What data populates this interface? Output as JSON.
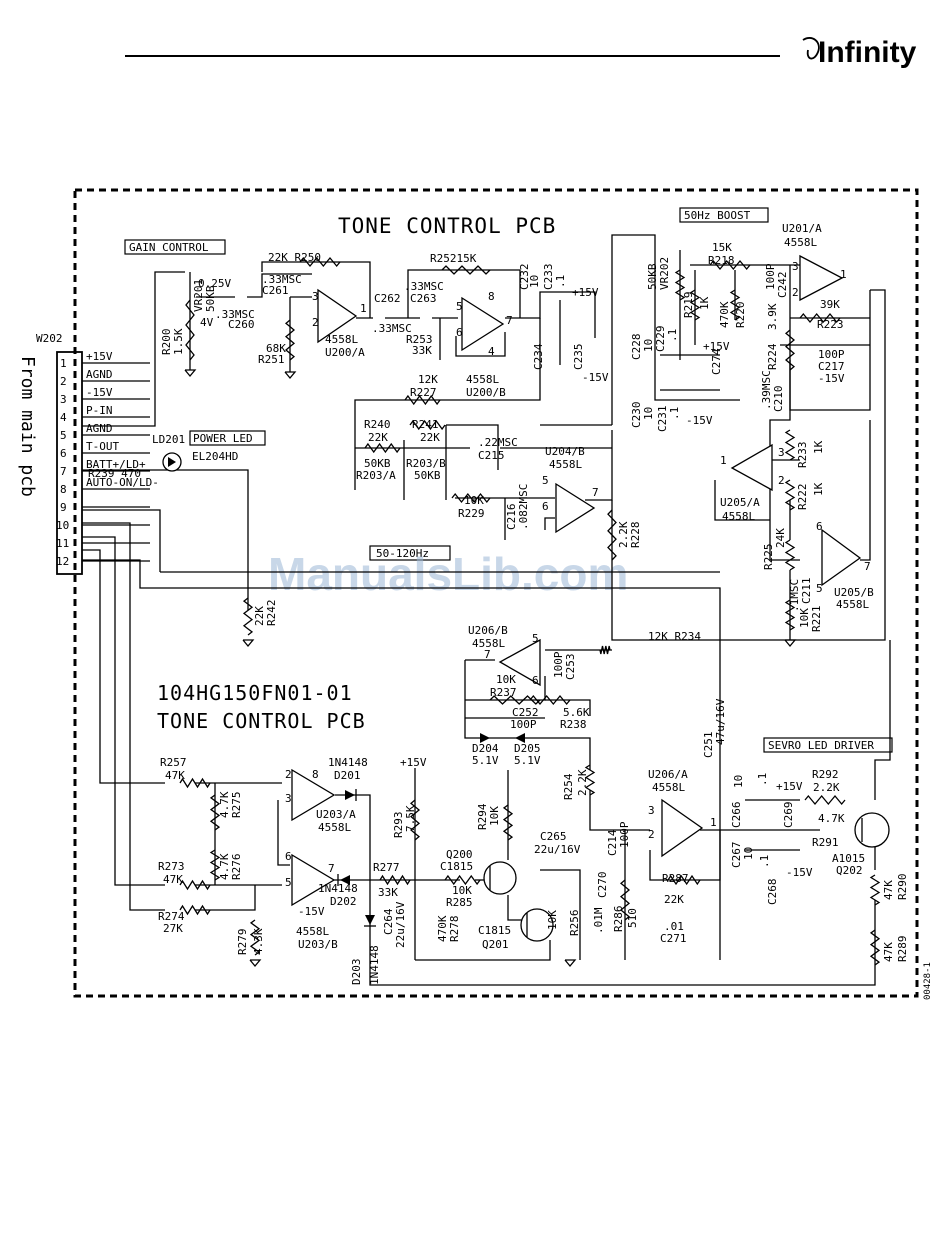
{
  "header": {
    "brand": "Infinity"
  },
  "diagram": {
    "title": "TONE CONTROL PCB",
    "board_id": "104HG150FN01-01",
    "board_name": "TONE CONTROL PCB",
    "figure_code": "00428-1",
    "side_label": "From main pcb",
    "connector": "W202",
    "watermark": "ManualsLib.com"
  },
  "sections": {
    "gain_control": "GAIN CONTROL",
    "power_led": "POWER LED",
    "boost": "50Hz BOOST",
    "band": "50-120Hz",
    "servo": "SEVRO LED DRIVER"
  },
  "connector_pins": [
    {
      "num": "1",
      "label": "+15V"
    },
    {
      "num": "2",
      "label": "AGND"
    },
    {
      "num": "3",
      "label": "-15V"
    },
    {
      "num": "4",
      "label": "P-IN"
    },
    {
      "num": "5",
      "label": "AGND"
    },
    {
      "num": "6",
      "label": "T-OUT"
    },
    {
      "num": "7",
      "label": "BATT+/LD+"
    },
    {
      "num": "8",
      "label": "AUTO-ON/LD-"
    },
    {
      "num": "9",
      "label": ""
    },
    {
      "num": "10",
      "label": ""
    },
    {
      "num": "11",
      "label": ""
    },
    {
      "num": "12",
      "label": ""
    }
  ],
  "components": [
    {
      "id": "vr201",
      "text": "VR201"
    },
    {
      "id": "vr201_val",
      "text": "50KB"
    },
    {
      "id": "v025",
      "text": "0.25V"
    },
    {
      "id": "v4",
      "text": "4V"
    },
    {
      "id": "r200",
      "text": "R200"
    },
    {
      "id": "r200_val",
      "text": "1.5K"
    },
    {
      "id": "c260_val",
      "text": ".33MSC"
    },
    {
      "id": "c260",
      "text": "C260"
    },
    {
      "id": "c261_val",
      "text": ".33MSC"
    },
    {
      "id": "c261",
      "text": "C261"
    },
    {
      "id": "r250",
      "text": "22K R250"
    },
    {
      "id": "r251_val",
      "text": "68K"
    },
    {
      "id": "r251",
      "text": "R251"
    },
    {
      "id": "u200a_type",
      "text": "4558L"
    },
    {
      "id": "u200a",
      "text": "U200/A"
    },
    {
      "id": "c262",
      "text": "C262"
    },
    {
      "id": "c262_val",
      "text": ".33MSC"
    },
    {
      "id": "c263_val",
      "text": ".33MSC"
    },
    {
      "id": "c263",
      "text": "C263"
    },
    {
      "id": "r252",
      "text": "R25215K"
    },
    {
      "id": "r253",
      "text": "R253"
    },
    {
      "id": "r253_val",
      "text": "33K"
    },
    {
      "id": "u200b_type",
      "text": "4558L"
    },
    {
      "id": "u200b",
      "text": "U200/B"
    },
    {
      "id": "c232",
      "text": "C232"
    },
    {
      "id": "c232_val",
      "text": "10"
    },
    {
      "id": "c233",
      "text": "C233"
    },
    {
      "id": "c233_val",
      "text": ".1"
    },
    {
      "id": "c234",
      "text": "C234"
    },
    {
      "id": "c235",
      "text": "C235"
    },
    {
      "id": "p15v_a",
      "text": "+15V"
    },
    {
      "id": "m15v_a",
      "text": "-15V"
    },
    {
      "id": "r227_val",
      "text": "12K"
    },
    {
      "id": "r227",
      "text": "R227"
    },
    {
      "id": "r240",
      "text": "R240"
    },
    {
      "id": "r240_val",
      "text": "22K"
    },
    {
      "id": "r241",
      "text": "R241"
    },
    {
      "id": "r241_val",
      "text": "22K"
    },
    {
      "id": "c215_val",
      "text": ".22MSC"
    },
    {
      "id": "c215",
      "text": "C215"
    },
    {
      "id": "r203a_val",
      "text": "50KB"
    },
    {
      "id": "r203a",
      "text": "R203/A"
    },
    {
      "id": "r203b",
      "text": "R203/B"
    },
    {
      "id": "r203b_val",
      "text": "50KB"
    },
    {
      "id": "r229_val",
      "text": "10K"
    },
    {
      "id": "r229",
      "text": "R229"
    },
    {
      "id": "c216",
      "text": "C216"
    },
    {
      "id": "c216_val",
      "text": ".082MSC"
    },
    {
      "id": "u204b",
      "text": "U204/B"
    },
    {
      "id": "u204b_type",
      "text": "4558L"
    },
    {
      "id": "r228_val",
      "text": "2.2K"
    },
    {
      "id": "r228",
      "text": "R228"
    },
    {
      "id": "r242_val",
      "text": "22K"
    },
    {
      "id": "r242",
      "text": "R242"
    },
    {
      "id": "ld201",
      "text": "LD201"
    },
    {
      "id": "el204",
      "text": "EL204HD"
    },
    {
      "id": "r239",
      "text": "R239 470"
    },
    {
      "id": "u201a",
      "text": "U201/A"
    },
    {
      "id": "u201a_type",
      "text": "4558L"
    },
    {
      "id": "vr202",
      "text": "VR202"
    },
    {
      "id": "vr202_val",
      "text": "50KB"
    },
    {
      "id": "r218_val",
      "text": "15K"
    },
    {
      "id": "r218",
      "text": "R218"
    },
    {
      "id": "r219",
      "text": "R219"
    },
    {
      "id": "r219_val",
      "text": "1K"
    },
    {
      "id": "r220_val",
      "text": "470K"
    },
    {
      "id": "r220",
      "text": "R220"
    },
    {
      "id": "c242_val",
      "text": "100P"
    },
    {
      "id": "c242",
      "text": "C242"
    },
    {
      "id": "r223_val",
      "text": "39K"
    },
    {
      "id": "r223",
      "text": "R223"
    },
    {
      "id": "c217_val",
      "text": "100P"
    },
    {
      "id": "c217",
      "text": "C217"
    },
    {
      "id": "m15v_b",
      "text": "-15V"
    },
    {
      "id": "r224",
      "text": "R224"
    },
    {
      "id": "r224_val",
      "text": "3.9K"
    },
    {
      "id": "c210_val",
      "text": ".39MSC"
    },
    {
      "id": "c210",
      "text": "C210"
    },
    {
      "id": "c228",
      "text": "C228"
    },
    {
      "id": "c228_val",
      "text": "10"
    },
    {
      "id": "c229",
      "text": "C229"
    },
    {
      "id": "c229_val",
      "text": ".1"
    },
    {
      "id": "p15v_b",
      "text": "+15V"
    },
    {
      "id": "c274",
      "text": "C274"
    },
    {
      "id": "c230",
      "text": "C230"
    },
    {
      "id": "c230_val",
      "text": "10"
    },
    {
      "id": "c231",
      "text": "C231"
    },
    {
      "id": "c231_val",
      "text": ".1"
    },
    {
      "id": "m15v_c",
      "text": "-15V"
    },
    {
      "id": "r233",
      "text": "R233"
    },
    {
      "id": "r233_val",
      "text": "1K"
    },
    {
      "id": "u205a",
      "text": "U205/A"
    },
    {
      "id": "u205a_type",
      "text": "4558L"
    },
    {
      "id": "r222",
      "text": "R222"
    },
    {
      "id": "r222_val",
      "text": "1K"
    },
    {
      "id": "r225",
      "text": "R225"
    },
    {
      "id": "r225_val",
      "text": "24K"
    },
    {
      "id": "c211_val",
      "text": ".1MSC"
    },
    {
      "id": "c211",
      "text": "C211"
    },
    {
      "id": "r221_val",
      "text": "10K"
    },
    {
      "id": "r221",
      "text": "R221"
    },
    {
      "id": "u205b",
      "text": "U205/B"
    },
    {
      "id": "u205b_type",
      "text": "4558L"
    },
    {
      "id": "r234",
      "text": "12K R234"
    },
    {
      "id": "u206b",
      "text": "U206/B"
    },
    {
      "id": "u206b_type",
      "text": "4558L"
    },
    {
      "id": "r237_val",
      "text": "10K"
    },
    {
      "id": "r237",
      "text": "R237"
    },
    {
      "id": "c253_val",
      "text": "100P"
    },
    {
      "id": "c253",
      "text": "C253"
    },
    {
      "id": "c252",
      "text": "C252"
    },
    {
      "id": "c252_val",
      "text": "100P"
    },
    {
      "id": "r238_val",
      "text": "5.6K"
    },
    {
      "id": "r238",
      "text": "R238"
    },
    {
      "id": "d204",
      "text": "D204"
    },
    {
      "id": "d205",
      "text": "D205"
    },
    {
      "id": "d204_val",
      "text": "5.1V"
    },
    {
      "id": "d205_val",
      "text": "5.1V"
    },
    {
      "id": "c251",
      "text": "C251"
    },
    {
      "id": "c251_val",
      "text": "47u/16V"
    },
    {
      "id": "r257",
      "text": "R257"
    },
    {
      "id": "r257_val",
      "text": "47K"
    },
    {
      "id": "d201_type",
      "text": "1N4148"
    },
    {
      "id": "d201",
      "text": "D201"
    },
    {
      "id": "p15v_c",
      "text": "+15V"
    },
    {
      "id": "r275_val",
      "text": "4.7K"
    },
    {
      "id": "r275",
      "text": "R275"
    },
    {
      "id": "r276_val",
      "text": "4.7K"
    },
    {
      "id": "r276",
      "text": "R276"
    },
    {
      "id": "u203a",
      "text": "U203/A"
    },
    {
      "id": "u203a_type",
      "text": "4558L"
    },
    {
      "id": "r273",
      "text": "R273"
    },
    {
      "id": "r273_val",
      "text": "47K"
    },
    {
      "id": "r274",
      "text": "R274"
    },
    {
      "id": "r274_val",
      "text": "27K"
    },
    {
      "id": "m15v_d",
      "text": "-15V"
    },
    {
      "id": "d202_type",
      "text": "1N4148"
    },
    {
      "id": "d202",
      "text": "D202"
    },
    {
      "id": "r279",
      "text": "R279"
    },
    {
      "id": "r279_val",
      "text": "4.3K"
    },
    {
      "id": "u203b_type",
      "text": "4558L"
    },
    {
      "id": "u203b",
      "text": "U203/B"
    },
    {
      "id": "d203",
      "text": "D203"
    },
    {
      "id": "d203_type",
      "text": "1N4148"
    },
    {
      "id": "r293",
      "text": "R293"
    },
    {
      "id": "r293_val",
      "text": "7.5K"
    },
    {
      "id": "r277",
      "text": "R277"
    },
    {
      "id": "r277_val",
      "text": "33K"
    },
    {
      "id": "c264",
      "text": "C264"
    },
    {
      "id": "c264_val",
      "text": "22u/16V"
    },
    {
      "id": "r294",
      "text": "R294"
    },
    {
      "id": "r294_val",
      "text": "10K"
    },
    {
      "id": "q200",
      "text": "Q200"
    },
    {
      "id": "q200_type",
      "text": "C1815"
    },
    {
      "id": "r285_val",
      "text": "10K"
    },
    {
      "id": "r285",
      "text": "R285"
    },
    {
      "id": "r278_val",
      "text": "470K"
    },
    {
      "id": "r278",
      "text": "R278"
    },
    {
      "id": "q201_type",
      "text": "C1815"
    },
    {
      "id": "q201",
      "text": "Q201"
    },
    {
      "id": "c265",
      "text": "C265"
    },
    {
      "id": "c265_val",
      "text": "22u/16V"
    },
    {
      "id": "r256",
      "text": "R256"
    },
    {
      "id": "r256_val",
      "text": "10K"
    },
    {
      "id": "r254",
      "text": "R254"
    },
    {
      "id": "r254_val",
      "text": "2.2K"
    },
    {
      "id": "c214",
      "text": "C214"
    },
    {
      "id": "c214_val",
      "text": "100P"
    },
    {
      "id": "c270_val",
      "text": ".01M"
    },
    {
      "id": "c270",
      "text": "C270"
    },
    {
      "id": "r286",
      "text": "R286"
    },
    {
      "id": "r286_val",
      "text": "510"
    },
    {
      "id": "u206a",
      "text": "U206/A"
    },
    {
      "id": "u206a_type",
      "text": "4558L"
    },
    {
      "id": "r287",
      "text": "R287"
    },
    {
      "id": "r287_val",
      "text": "22K"
    },
    {
      "id": "c271_val",
      "text": ".01"
    },
    {
      "id": "c271",
      "text": "C271"
    },
    {
      "id": "c266",
      "text": "C266"
    },
    {
      "id": "c266_val",
      "text": "10"
    },
    {
      "id": "c269",
      "text": "C269"
    },
    {
      "id": "c269_val",
      "text": ".1"
    },
    {
      "id": "c267",
      "text": "C267"
    },
    {
      "id": "c267_val",
      "text": "10"
    },
    {
      "id": "c268",
      "text": "C268"
    },
    {
      "id": "c268_val",
      "text": ".1"
    },
    {
      "id": "p15v_d",
      "text": "+15V"
    },
    {
      "id": "m15v_e",
      "text": "-15V"
    },
    {
      "id": "r292",
      "text": "R292"
    },
    {
      "id": "r292_val",
      "text": "2.2K"
    },
    {
      "id": "r291_val",
      "text": "4.7K"
    },
    {
      "id": "r291",
      "text": "R291"
    },
    {
      "id": "q202_type",
      "text": "A1015"
    },
    {
      "id": "q202",
      "text": "Q202"
    },
    {
      "id": "r290_val",
      "text": "47K"
    },
    {
      "id": "r290",
      "text": "R290"
    },
    {
      "id": "r289_val",
      "text": "47K"
    },
    {
      "id": "r289",
      "text": "R289"
    }
  ],
  "pins": [
    {
      "id": "p1",
      "text": "1"
    },
    {
      "id": "p2",
      "text": "2"
    },
    {
      "id": "p3",
      "text": "3"
    },
    {
      "id": "p5",
      "text": "5"
    },
    {
      "id": "p6",
      "text": "6"
    },
    {
      "id": "p7",
      "text": "7"
    },
    {
      "id": "p8",
      "text": "8"
    },
    {
      "id": "p4",
      "text": "4"
    }
  ],
  "colors": {
    "ink": "#000000",
    "watermark": "#9ab7d6",
    "background": "#ffffff"
  }
}
